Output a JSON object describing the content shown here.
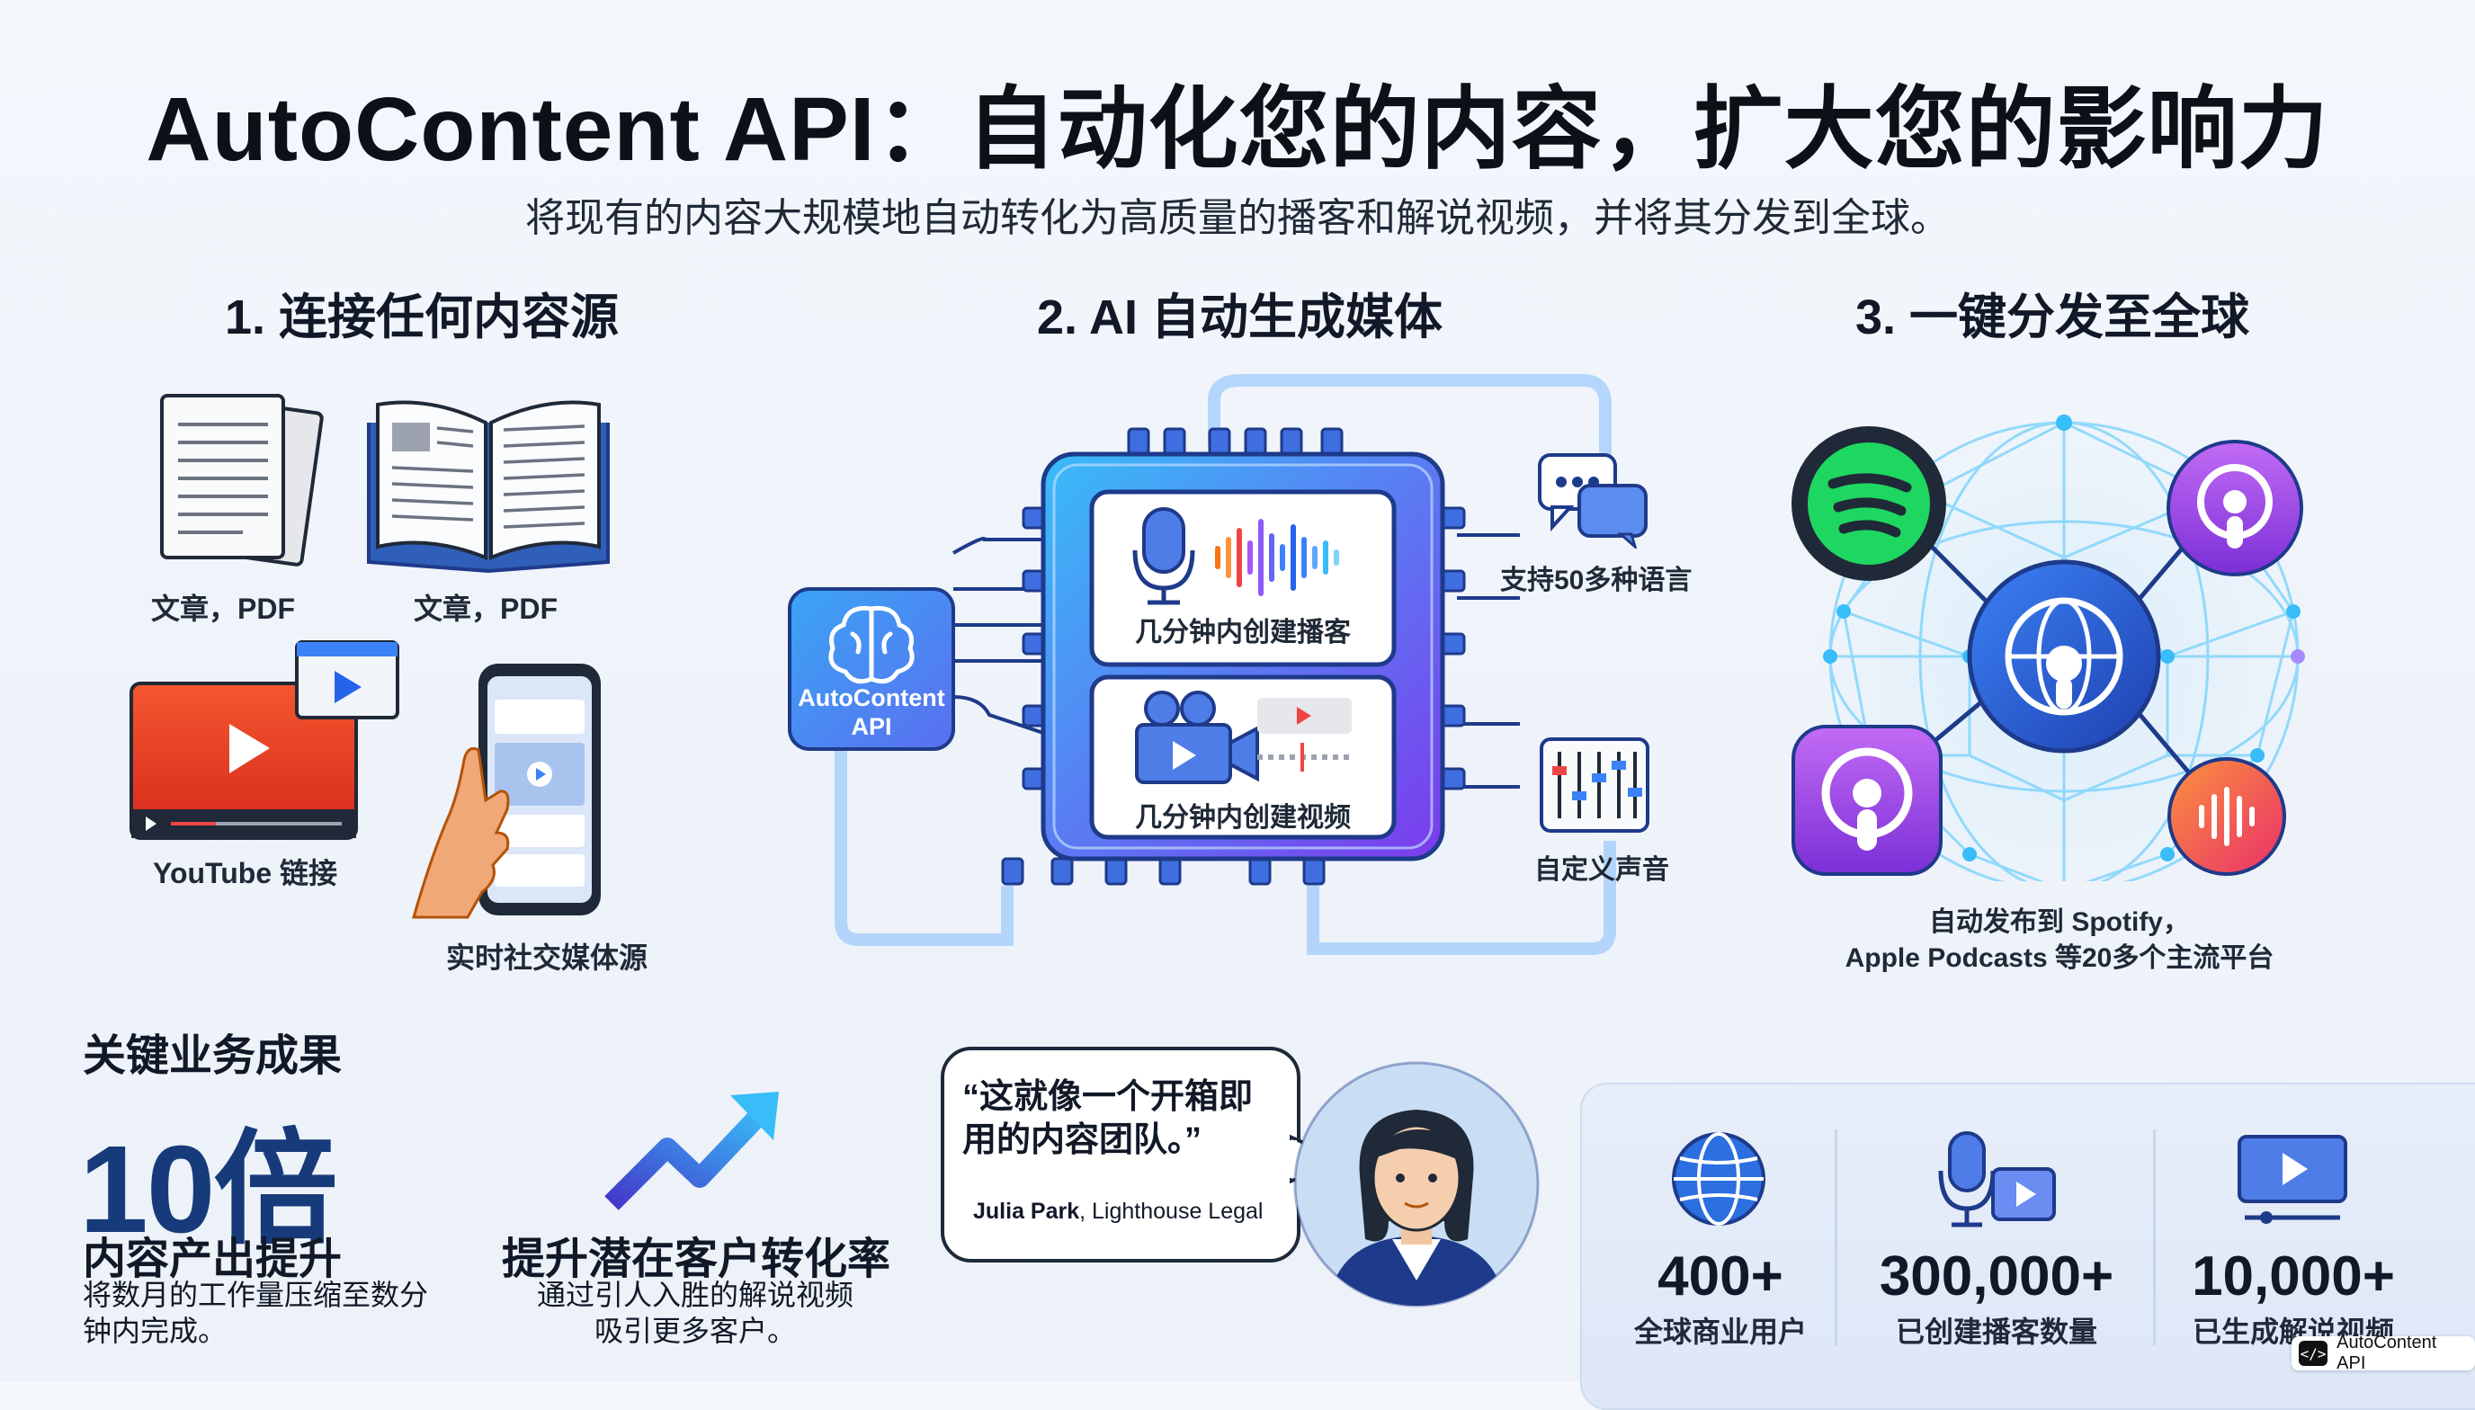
{
  "header": {
    "title": "AutoContent API：自动化您的内容，扩大您的影响力",
    "subtitle": "将现有的内容大规模地自动转化为高质量的播客和解说视频，并将其分发到全球。"
  },
  "steps": [
    {
      "label": "1. 连接任何内容源"
    },
    {
      "label": "2. AI 自动生成媒体"
    },
    {
      "label": "3. 一键分发至全球"
    }
  ],
  "sources": {
    "doc_label": "文章，PDF",
    "book_label": "文章，PDF",
    "youtube_label": "YouTube 链接",
    "social_label": "实时社交媒体源"
  },
  "engine": {
    "api_name": "AutoContent API",
    "podcast_label": "几分钟内创建播客",
    "video_label": "几分钟内创建视频",
    "languages_label": "支持50多种语言",
    "voice_label": "自定义声音"
  },
  "distribution": {
    "line1": "自动发布到 Spotify，",
    "line2": "Apple Podcasts 等20多个主流平台"
  },
  "results": {
    "heading": "关键业务成果",
    "big_number": "10倍",
    "metric_title": "内容产出提升",
    "metric_desc": "将数月的工作量压缩至数分钟内完成。",
    "conversion_title": "提升潜在客户转化率",
    "conversion_desc_1": "通过引人入胜的解说视频",
    "conversion_desc_2": "吸引更多客户。"
  },
  "testimonial": {
    "quote_1": "“这就像一个开箱即",
    "quote_2": "用的内容团队。”",
    "author_name": "Julia Park",
    "author_org": ", Lighthouse Legal"
  },
  "stats": [
    {
      "value": "400+",
      "label": "全球商业用户",
      "icon": "globe-icon"
    },
    {
      "value": "300,000+",
      "label": "已创建播客数量",
      "icon": "mic-video-icon"
    },
    {
      "value": "10,000+",
      "label": "已生成解说视频",
      "icon": "monitor-play-icon"
    }
  ],
  "badge": {
    "text": "AutoContent API"
  },
  "colors": {
    "accent_blue": "#1d4ed8",
    "spotify_green": "#1ed760",
    "podcast_purple": "#8b3fe0",
    "youtube_red": "#ef3b24",
    "headline_navy": "#173b7a"
  }
}
